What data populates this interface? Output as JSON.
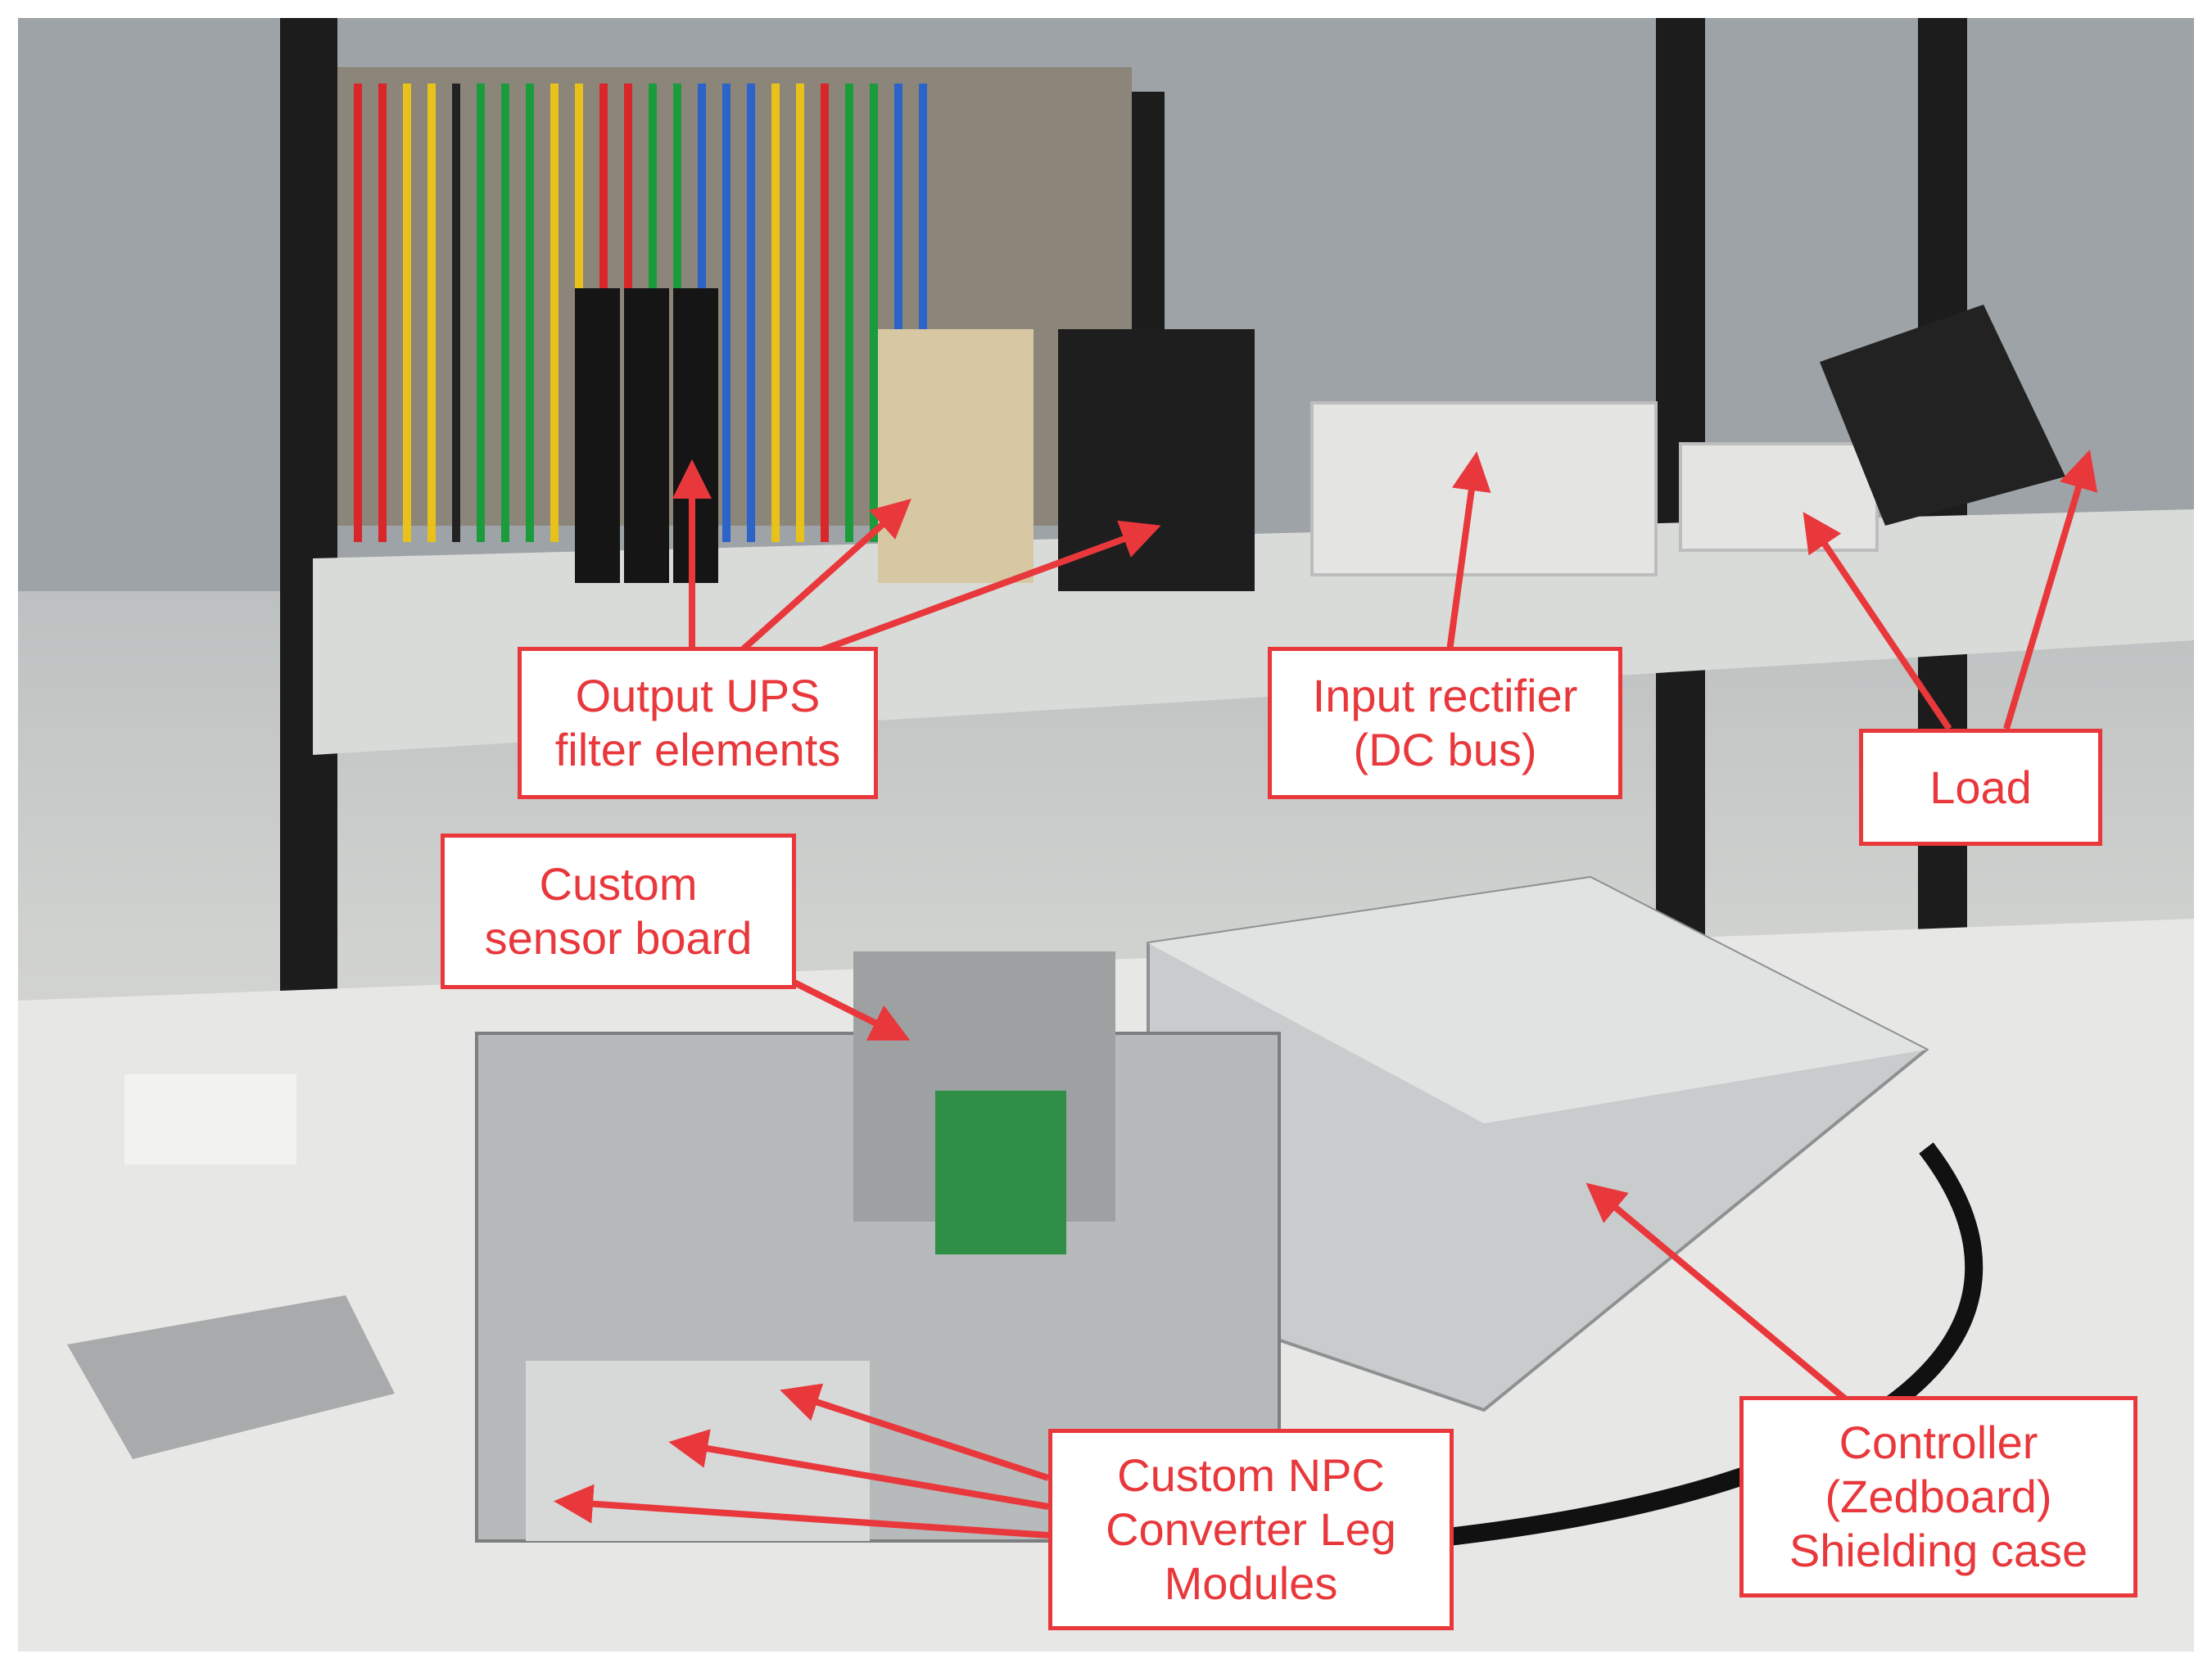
{
  "labels": {
    "output_ups": [
      "Output UPS",
      "filter elements"
    ],
    "input_rectifier": [
      "Input rectifier",
      "(DC bus)"
    ],
    "load": [
      "Load"
    ],
    "custom_sensor_board": [
      "Custom",
      "sensor board"
    ],
    "custom_npc": [
      "Custom NPC",
      "Converter Leg",
      "Modules"
    ],
    "controller": [
      "Controller",
      "(Zedboard)",
      "Shielding case"
    ]
  },
  "colors": {
    "annotation_red": "#e8383c",
    "shelf_black": "#1c1c1c",
    "shelf_board": "#d9dbd9",
    "chassis_silver": "#c9cccd"
  }
}
